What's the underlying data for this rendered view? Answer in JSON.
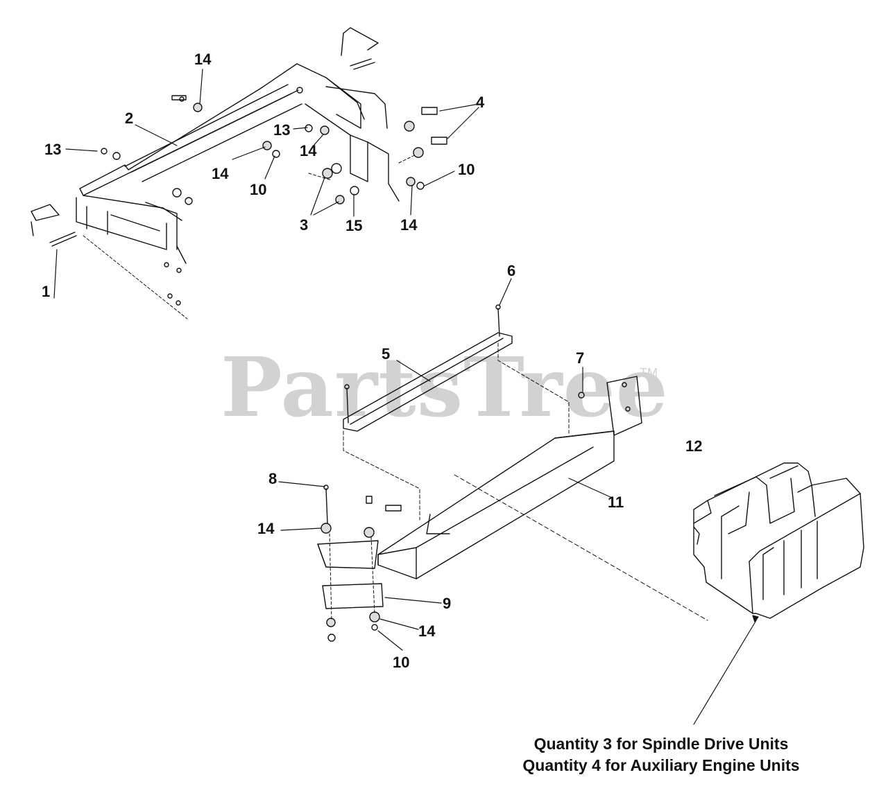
{
  "watermark": {
    "text": "PartsTree",
    "trademark": "TM"
  },
  "callouts": {
    "c1": "1",
    "c2": "2",
    "c3": "3",
    "c4": "4",
    "c5": "5",
    "c6": "6",
    "c7": "7",
    "c8": "8",
    "c9": "9",
    "c11": "11",
    "c12": "12",
    "c15": "15",
    "c10a": "10",
    "c10b": "10",
    "c10c": "10",
    "c13a": "13",
    "c13b": "13",
    "c14a": "14",
    "c14b": "14",
    "c14c": "14",
    "c14d": "14",
    "c14e": "14",
    "c14f": "14"
  },
  "note": {
    "line1": "Quantity 3 for Spindle Drive Units",
    "line2": "Quantity 4 for Auxiliary Engine Units"
  },
  "colors": {
    "line": "#111111",
    "watermark": "#d2d2d2",
    "background": "#ffffff"
  }
}
